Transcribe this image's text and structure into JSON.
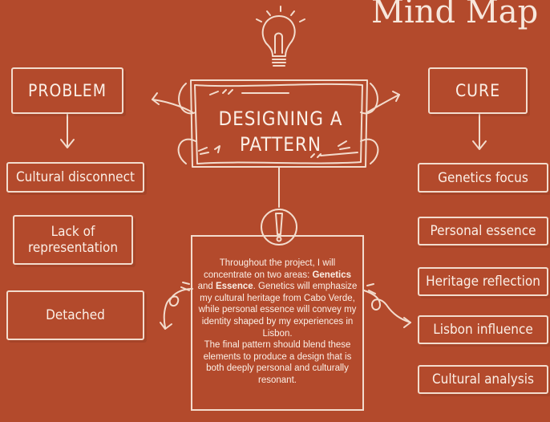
{
  "title": "Mind Map",
  "central": {
    "line1": "DESIGNING A",
    "line2": "PATTERN"
  },
  "left": {
    "header": "PROBLEM",
    "items": [
      "Cultural disconnect",
      "Lack of",
      "representation",
      "Detached"
    ]
  },
  "right": {
    "header": "CURE",
    "items": [
      "Genetics focus",
      "Personal essence",
      "Heritage reflection",
      "Lisbon influence",
      "Cultural analysis"
    ]
  },
  "description": {
    "p1_start": "Throughout the project, I will concentrate on two areas: ",
    "genetics": "Genetics",
    "and": " and ",
    "essence": "Essence",
    "p1_rest": ". Genetics will emphasize my cultural heritage from Cabo Verde, while personal essence will convey my identity shaped by my experiences in Lisbon.",
    "p2": "The final pattern should blend these elements to produce a design that is both deeply personal and culturally resonant."
  },
  "colors": {
    "background": "#b34a2c",
    "ink": "#f3dccd"
  },
  "icons": [
    "lightbulb-icon",
    "exclamation-icon",
    "arrow-down-icon",
    "curved-arrow-icon"
  ]
}
